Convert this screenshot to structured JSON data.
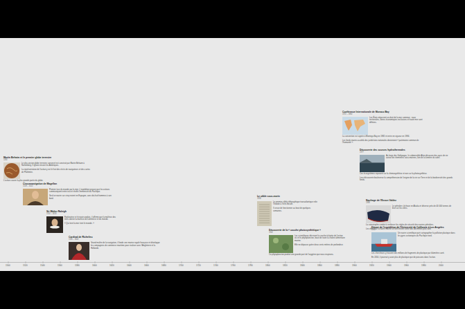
{
  "diagram": {
    "nodes": [
      {
        "text": [
          "Martin Behaim et le premier globe terrestre",
          "1492",
          "Le plus ancien globe terrestre conservé est construit par Martin Behaim à Nuremberg. Il ignore encore les Amériques.",
          "La représentation de l'océan y est le fruit des récits de navigateurs et des cartes de Ptolémée.",
          "L'océan couvre la plus grande partie du globe."
        ]
      },
      {
        "text": [
          "Circumnavigation de Magellan",
          "1519 – 1522",
          "Premier tour du monde par la mer. L'expédition prouve que les océans communiquent entre eux et révèle l'immensité du Pacifique.",
          "Seul un navire sur cinq revient en Espagne, avec dix-huit hommes à son bord."
        ]
      },
      {
        "text": [
          "Sir Walter Raleigh",
          "1552 – 1618",
          "Explorateur et écrivain anglais, il affirme que la maîtrise des mers donne la maîtrise du commerce et du monde.",
          "« Qui tient la mer tient le monde. »"
        ]
      },
      {
        "text": [
          "Cardinal de Richelieu",
          "1585 – 1642",
          "Grand maître de la navigation, il fonde une marine royale française et développe les compagnies de commerce maritime pour rivaliser avec l'Angleterre et la Hollande."
        ]
      },
      {
        "text": [
          "Le câble sous-marin",
          "1858",
          "Le premier câble télégraphique transatlantique relie l'Irlande à Terre-Neuve.",
          "Il cesse de fonctionner au bout de quelques semaines."
        ]
      },
      {
        "text": [
          "Découverte de la « couche photosynthétique »",
          "1902",
          "Les scientifiques décrivent la couche éclairée de l'océan où vit le phytoplancton, base de toute la chaîne alimentaire marine.",
          "Elle ne dépasse guère deux cents mètres de profondeur.",
          "Ce phytoplancton produit une grande part de l'oxygène que nous respirons."
        ]
      },
      {
        "text": [
          "Conférence Internationale de Monaco Bay",
          "1972 – 1982",
          "Les États négocient un droit de la mer commun : eaux territoriales, zones économiques exclusives et haute mer sont définies.",
          "La convention est signée à Montego Bay en 1982 et entre en vigueur en 1994.",
          "Les fonds marins au-delà des juridictions nationales deviennent « patrimoine commun de l'humanité »."
        ]
      },
      {
        "text": [
          "Découverte des sources hydrothermales",
          "1977",
          "Au large des Galápagos, le submersible Alvin découvre des oasis de vie autour de cheminées sous-marines, loin de la lumière du soleil.",
          "Ces écosystèmes reposent sur la chimiosynthèse et non sur la photosynthèse.",
          "Leur découverte bouleverse la compréhension de l'origine de la vie sur Terre et de la biodiversité des grands fonds."
        ]
      },
      {
        "text": [
          "Naufrage de l'Exxon Valdez",
          "1989",
          "Le pétrolier s'échoue en Alaska et déverse près de 40 000 tonnes de brut sur les côtes.",
          "La catastrophe conduit à renforcer les règles de sécurité des navires pétroliers.",
          "Les effets sur la faune marine se font encore sentir des décennies plus tard."
        ]
      },
      {
        "text": [
          "Départ de l'expédition de l'Université de Californie à Los Angeles",
          "2010",
          "Un navire scientifique part cartographier la pollution plastique dans les gyres océaniques du Pacifique nord.",
          "Les chercheurs y trouvent des millions de fragments de plastique par kilomètre carré.",
          "En 2050, il pourrait y avoir plus de plastique que de poissons dans l'océan."
        ]
      }
    ],
    "labels": [
      "1500",
      "1520",
      "1540",
      "1560",
      "1580",
      "1600",
      "1620",
      "1640",
      "1660",
      "1680",
      "1700",
      "1720",
      "1740",
      "1760",
      "1780",
      "1800",
      "1820",
      "1840",
      "1860",
      "1880",
      "1900",
      "1920",
      "1940",
      "1960",
      "1980",
      "2000"
    ]
  }
}
